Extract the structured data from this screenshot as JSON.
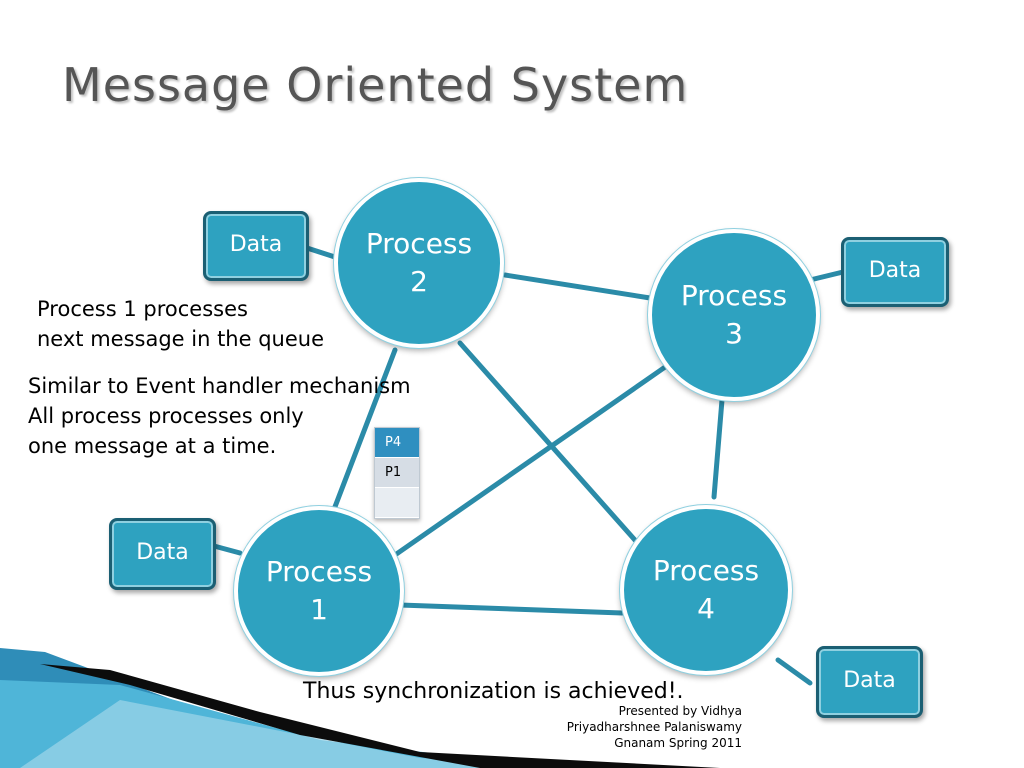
{
  "slide": {
    "title": "Message Oriented System",
    "note_top": "Process 1 processes\nnext message in the queue",
    "note_mid": "Similar to Event handler mechanism\nAll process processes only\none message at a time.",
    "conclusion": "Thus synchronization is achieved!.",
    "credit": "Presented by Vidhya\nPriyadharshnee Palaniswamy\nGnanam Spring 2011"
  },
  "processes": {
    "p1": "Process\n1",
    "p2": "Process\n2",
    "p3": "Process\n3",
    "p4": "Process\n4"
  },
  "data_boxes": {
    "d1": "Data",
    "d2": "Data",
    "d3": "Data",
    "d4": "Data"
  },
  "queue": {
    "header": "P4",
    "items": [
      "P1",
      ""
    ]
  },
  "colors": {
    "node_fill": "#2ea2c0",
    "link": "#2b8ba8",
    "title": "#555555"
  }
}
